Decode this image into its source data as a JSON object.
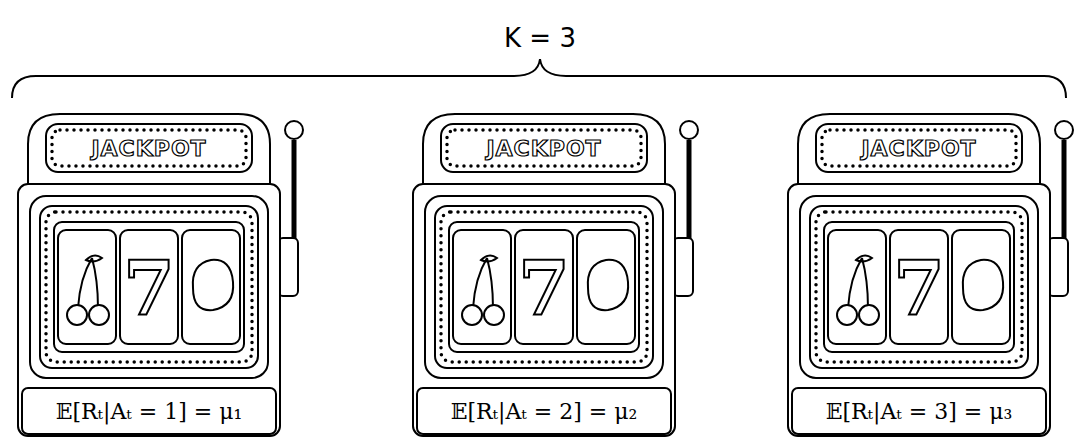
{
  "diagram": {
    "nodes": [
      {
        "text": [
          "JACKPOT",
          "7",
          "𝔼[Rₜ|Aₜ = 1] = μ₁"
        ]
      },
      {
        "text": [
          "JACKPOT",
          "7",
          "𝔼[Rₜ|Aₜ = 2] = μ₂"
        ]
      },
      {
        "text": [
          "JACKPOT",
          "7",
          "𝔼[Rₜ|Aₜ = 3] = μ₃"
        ]
      }
    ],
    "labels": [
      "K = 3"
    ]
  }
}
